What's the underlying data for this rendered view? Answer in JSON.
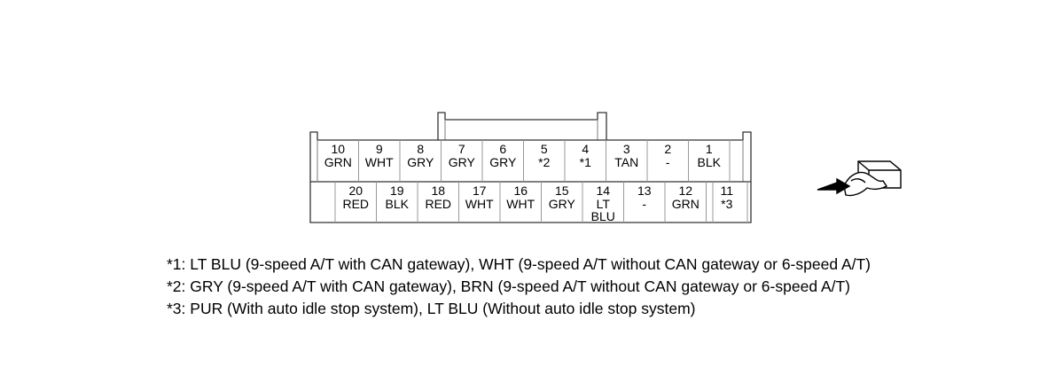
{
  "connector": {
    "top_row": [
      {
        "pin": "10",
        "color": "GRN"
      },
      {
        "pin": "9",
        "color": "WHT"
      },
      {
        "pin": "8",
        "color": "GRY"
      },
      {
        "pin": "7",
        "color": "GRY"
      },
      {
        "pin": "6",
        "color": "GRY"
      },
      {
        "pin": "5",
        "color": "*2"
      },
      {
        "pin": "4",
        "color": "*1"
      },
      {
        "pin": "3",
        "color": "TAN"
      },
      {
        "pin": "2",
        "color": "-"
      },
      {
        "pin": "1",
        "color": "BLK"
      }
    ],
    "bottom_row": [
      {
        "pin": "20",
        "color": "RED"
      },
      {
        "pin": "19",
        "color": "BLK"
      },
      {
        "pin": "18",
        "color": "RED"
      },
      {
        "pin": "17",
        "color": "WHT"
      },
      {
        "pin": "16",
        "color": "WHT"
      },
      {
        "pin": "15",
        "color": "GRY"
      },
      {
        "pin": "14",
        "color": "LT",
        "color2": "BLU"
      },
      {
        "pin": "13",
        "color": "-"
      },
      {
        "pin": "12",
        "color": "GRN"
      },
      {
        "pin": "11",
        "color": "*3"
      }
    ]
  },
  "icon": "connector-hand-pointer-icon",
  "notes": [
    "*1: LT BLU (9-speed A/T with CAN gateway), WHT (9-speed A/T without CAN gateway or 6-speed A/T)",
    "*2: GRY (9-speed A/T with CAN gateway), BRN (9-speed A/T without CAN gateway or 6-speed A/T)",
    "*3: PUR (With auto idle stop system), LT BLU (Without auto idle stop system)"
  ]
}
